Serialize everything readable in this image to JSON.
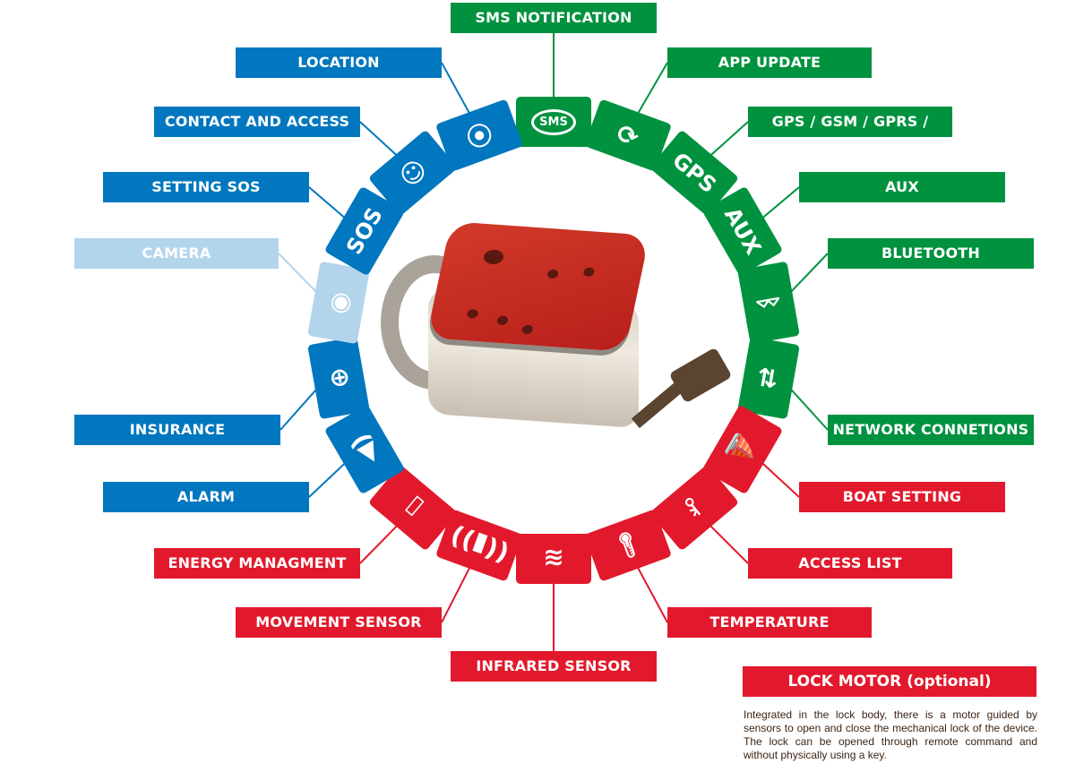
{
  "colors": {
    "blue": "#0077be",
    "green": "#00923f",
    "red": "#e2192c",
    "lightblue": "#b3d5ec"
  },
  "features": [
    {
      "label": "SMS NOTIFICATION",
      "color": "green",
      "icon": "sms-icon",
      "tile_text": "SMS"
    },
    {
      "label": "APP UPDATE",
      "color": "green",
      "icon": "refresh-icon"
    },
    {
      "label": "GPS / GSM / GPRS /",
      "color": "green",
      "icon": "gps-icon",
      "tile_text": "GPS"
    },
    {
      "label": "AUX",
      "color": "green",
      "icon": "aux-icon",
      "tile_text": "AUX"
    },
    {
      "label": "BLUETOOTH",
      "color": "green",
      "icon": "bluetooth-icon"
    },
    {
      "label": "NETWORK CONNETIONS",
      "color": "green",
      "icon": "network-locks-icon"
    },
    {
      "label": "BOAT SETTING",
      "color": "red",
      "icon": "boat-icon"
    },
    {
      "label": "ACCESS LIST",
      "color": "red",
      "icon": "key-icon"
    },
    {
      "label": "TEMPERATURE",
      "color": "red",
      "icon": "thermometer-icon"
    },
    {
      "label": "INFRARED SENSOR",
      "color": "red",
      "icon": "infrared-motion-icon"
    },
    {
      "label": "MOVEMENT SENSOR",
      "color": "red",
      "icon": "vibration-icon"
    },
    {
      "label": "ENERGY MANAGMENT",
      "color": "red",
      "icon": "battery-icon"
    },
    {
      "label": "ALARM",
      "color": "blue",
      "icon": "speaker-icon"
    },
    {
      "label": "INSURANCE",
      "color": "blue",
      "icon": "globe-hands-icon"
    },
    {
      "label": "CAMERA",
      "color": "lightblue",
      "icon": "camera-icon"
    },
    {
      "label": "SETTING SOS",
      "color": "blue",
      "icon": "sos-icon",
      "tile_text": "SOS"
    },
    {
      "label": "CONTACT AND ACCESS",
      "color": "blue",
      "icon": "contact-icon"
    },
    {
      "label": "LOCATION",
      "color": "blue",
      "icon": "location-pin-icon"
    }
  ],
  "lock_motor": {
    "title": "LOCK MOTOR (optional)",
    "description": "Integrated in the lock body, there is a motor guided by sensors to open and close the mechanical lock of the device. The lock can be opened through remote command and without physically using a key."
  }
}
